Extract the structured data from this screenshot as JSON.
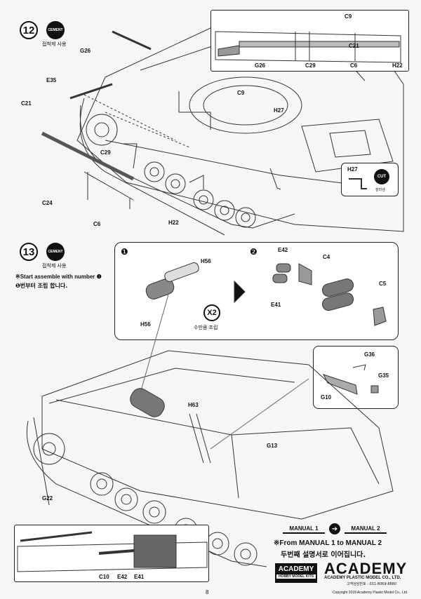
{
  "step12": {
    "number": "12",
    "cement_badge": "CEMENT",
    "cement_caption": "접착제 사용",
    "part_labels": [
      "G26",
      "E35",
      "C21",
      "C9",
      "C29",
      "C24",
      "C6",
      "H22",
      "H27"
    ],
    "inset_labels": [
      "C9",
      "C21",
      "G26",
      "C29",
      "C6",
      "H22"
    ],
    "cut_detail": {
      "part": "H27",
      "badge": "CUT",
      "caption": "잘라냄"
    }
  },
  "step13": {
    "number": "13",
    "cement_badge": "CEMENT",
    "cement_caption": "접착제 사용",
    "note_en": "※Start assemble with number ❶",
    "note_ko": "❶번부터 조립 합니다.",
    "sub1": {
      "marker": "❶",
      "parts": [
        "H56",
        "H56"
      ],
      "qty": "X2",
      "qty_caption": "수만큼 조립"
    },
    "sub2": {
      "marker": "❷",
      "parts": [
        "E42",
        "C4",
        "E41",
        "C5"
      ]
    },
    "detail_parts": [
      "G36",
      "G35",
      "G10"
    ],
    "main_parts": [
      "H63",
      "G13",
      "G22"
    ],
    "bottom_inset_labels": [
      "C10",
      "E42",
      "E41"
    ]
  },
  "footer": {
    "manual_from": "MANUAL 1",
    "manual_to": "MANUAL 2",
    "transition_en": "※From MANUAL 1 to MANUAL 2",
    "transition_ko": "두번째 설명서로 이어집니다.",
    "logo_badge": "ACADEMY",
    "logo_badge_sub": "HOBBY MODEL KITS",
    "logo_word": "ACADEMY",
    "company": "ACADEMY PLASTIC MODEL CO., LTD.",
    "company_sub": "고객상담번호 : 031-8069-8880",
    "page_number": "8",
    "copyright": "Copyright 2018 Academy Plastic Model Co., Ltd."
  },
  "colors": {
    "ink": "#111111",
    "line": "#333333",
    "paper": "#f6f6f4",
    "accent_fill": "#9c9c9c"
  }
}
